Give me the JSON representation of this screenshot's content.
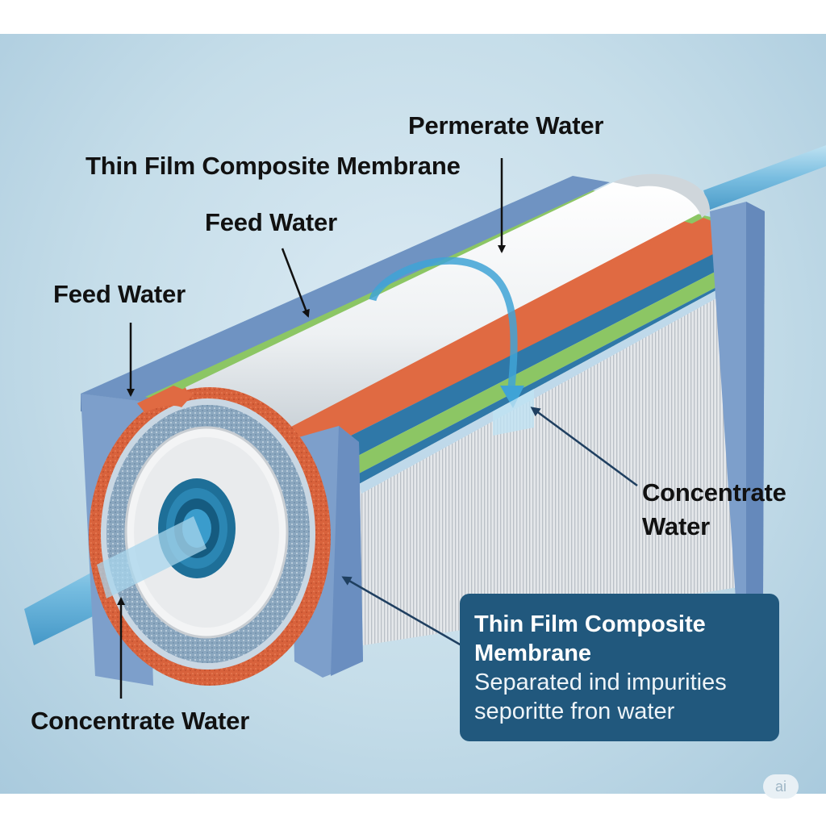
{
  "labels": {
    "permeate_water": "Permerate Water",
    "tfc_membrane_top": "Thin Film Composite Membrane",
    "feed_water_mid": "Feed Water",
    "feed_water_left": "Feed Water",
    "concentrate_water_right": "Concentrate\nWater",
    "concentrate_water_bottom": "Concentrate Water"
  },
  "info_box": {
    "title": "Thin Film Composite\nMembrane",
    "body": "Separated ind impurities\nseporitte fron water"
  },
  "watermark": "ai",
  "colors": {
    "frame_blue": "#7d9fcb",
    "orange_layer": "#e06a42",
    "green_layer": "#8cc664",
    "blue_layer": "#2f78a8",
    "info_box": "#21587d"
  }
}
